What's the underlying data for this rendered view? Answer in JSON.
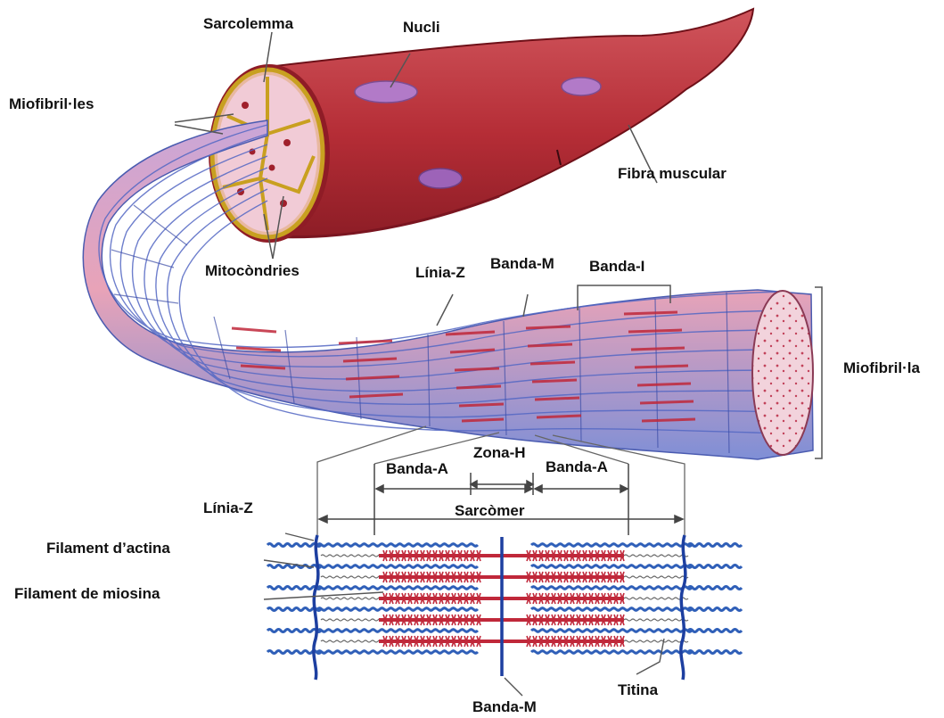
{
  "labels": {
    "sarcolemma": "Sarcolemma",
    "nucli": "Nucli",
    "miofibrilles": "Miofibril·les",
    "fibra_muscular": "Fibra muscular",
    "mitocondries": "Mitocòndries",
    "linia_z_top": "Línia-Z",
    "banda_m_top": "Banda-M",
    "banda_i": "Banda-I",
    "miofibrilla": "Miofibril·la",
    "zona_h": "Zona-H",
    "banda_a_left": "Banda-A",
    "banda_a_right": "Banda-A",
    "sarcomer": "Sarcòmer",
    "linia_z_bottom": "Línia-Z",
    "filament_actina": "Filament d’actina",
    "filament_miosina": "Filament de miosina",
    "titina": "Titina",
    "banda_m_bottom": "Banda-M"
  },
  "colors": {
    "fiber": "#b8343c",
    "fiber_dark": "#8e1f28",
    "myofibril_pink": "#e8a3b8",
    "myofibril_blue": "#6a7fd0",
    "myosin": "#c0283a",
    "actin": "#2f5fb8",
    "z_line": "#1d3fa0",
    "nucleus": "#b27ac8"
  },
  "sarcomere": {
    "filament_rows": 6,
    "myosin_rows": 5
  }
}
